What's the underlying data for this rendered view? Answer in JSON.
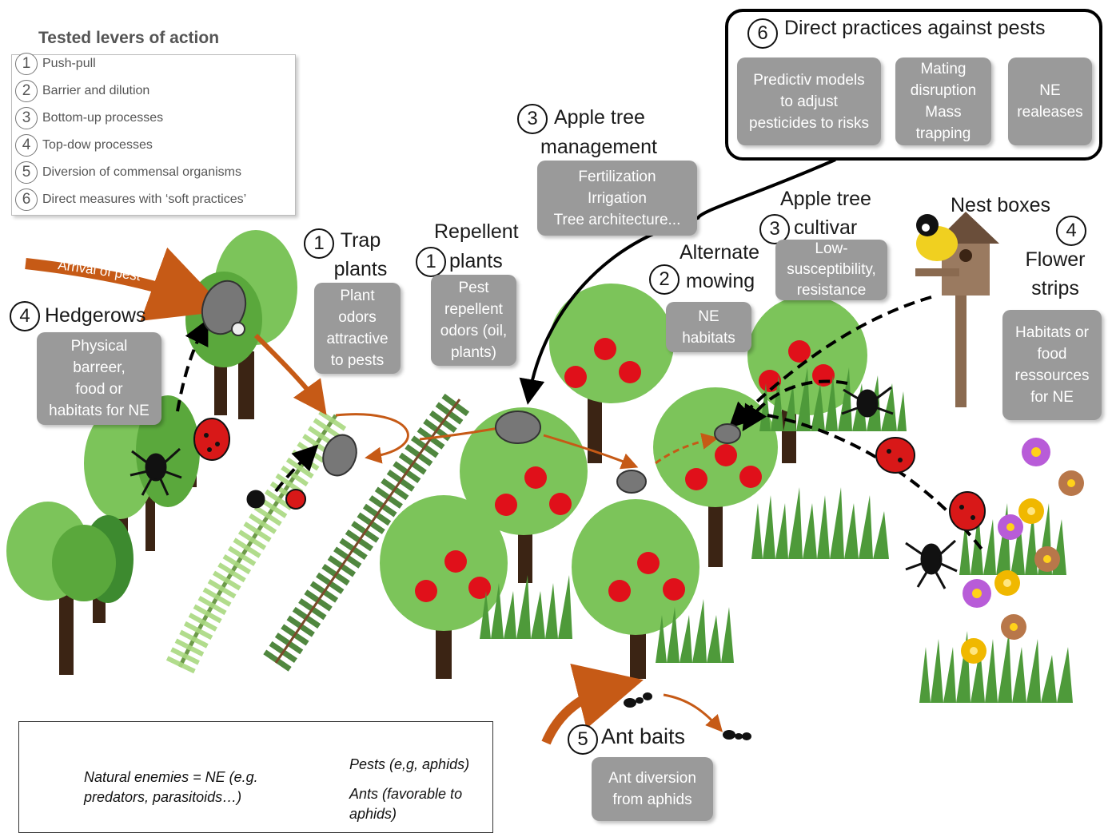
{
  "levers": {
    "title": "Tested levers of action",
    "items": [
      {
        "num": "1",
        "label": "Push-pull"
      },
      {
        "num": "2",
        "label": "Barrier and dilution"
      },
      {
        "num": "3",
        "label": "Bottom-up processes"
      },
      {
        "num": "4",
        "label": "Top-dow processes"
      },
      {
        "num": "5",
        "label": "Diversion of commensal organisms"
      },
      {
        "num": "6",
        "label": "Direct measures with ‘soft practices’"
      }
    ]
  },
  "direct_practices": {
    "num": "6",
    "title": "Direct practices against pests",
    "boxes": [
      "Predictiv models\nto adjust\npesticides to risks",
      "Mating\ndisruption\nMass\ntrapping",
      "NE\nrealeases"
    ]
  },
  "scene": {
    "arrival_label": "Arrival of pest",
    "hedgerows": {
      "num": "4",
      "title": "Hedgerows",
      "box": "Physical\nbarreer,\nfood or\nhabitats for NE"
    },
    "trap_plants": {
      "num": "1",
      "title": "Trap\nplants",
      "box": "Plant\nodors\nattractive\nto pests"
    },
    "repellent_plants": {
      "num": "1",
      "title_top": "Repellent",
      "title_bottom": "plants",
      "box": "Pest\nrepellent\nodors (oil,\nplants)"
    },
    "apple_mgmt": {
      "num": "3",
      "title_top": "Apple tree",
      "title_bottom": "management",
      "box": "Fertilization\nIrrigation\nTree architecture..."
    },
    "alternate_mowing": {
      "num": "2",
      "title_top": "Alternate",
      "title_bottom": "mowing",
      "box": "NE\nhabitats"
    },
    "cultivar": {
      "num": "3",
      "title_top": "Apple tree",
      "title_bottom": "cultivar",
      "box": "Low-\nsusceptibility,\nresistance"
    },
    "nest_boxes": {
      "title": "Nest boxes"
    },
    "flower_strips": {
      "num": "4",
      "title": "Flower\nstrips",
      "box": "Habitats or\nfood\nressources\nfor NE"
    },
    "ant_baits": {
      "num": "5",
      "title": "Ant baits",
      "box": "Ant diversion\nfrom aphids"
    }
  },
  "legend": {
    "natural_enemies": "Natural enemies = NE (e.g.\npredators, parasitoids…)",
    "pests": "Pests (e,g, aphids)",
    "ants": "Ants (favorable to\naphids)"
  },
  "colors": {
    "tree_light": "#7cc45a",
    "tree_mid": "#5aa83c",
    "tree_dark": "#3d8a2f",
    "trunk": "#3b2414",
    "apple": "#e0101a",
    "pest_arrow": "#c65a16",
    "box_gray": "#9a9a9a"
  }
}
